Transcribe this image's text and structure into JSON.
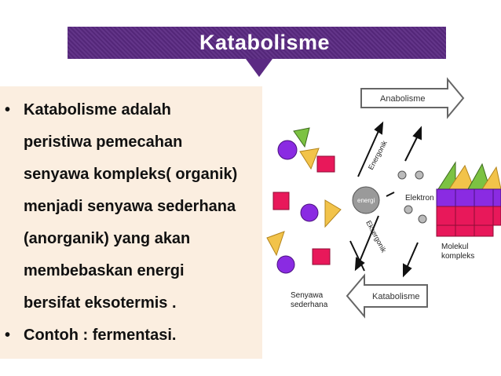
{
  "slide": {
    "title": "Katabolisme",
    "bullets": [
      {
        "lines": [
          "Katabolisme adalah",
          "peristiwa pemecahan",
          "senyawa kompleks( organik)",
          "menjadi senyawa sederhana",
          "(anorganik) yang akan",
          "membebaskan energi",
          "bersifat eksotermis ."
        ]
      },
      {
        "lines": [
          "Contoh : fermentasi."
        ]
      }
    ],
    "bullet_symbol": "•"
  },
  "diagram": {
    "anabolisme_label": "Anabolisme",
    "katabolisme_label": "Katabolisme",
    "energonik_label": "Energonik",
    "eksergonik_label": "Eksergonik",
    "energi_label": "energi",
    "elektron_label": "Elektron",
    "molekul_label_1": "Molekul",
    "molekul_label_2": "kompleks",
    "senyawa_label_1": "Senyawa",
    "senyawa_label_2": "sederhana"
  },
  "colors": {
    "title_bg": "#5b2a83",
    "text_box_bg": "#fbeee0",
    "purple_circle": "#8a2be2",
    "pink_cube": "#e8185a",
    "green_triangle": "#7cc242",
    "yellow_triangle": "#f2c34a"
  }
}
